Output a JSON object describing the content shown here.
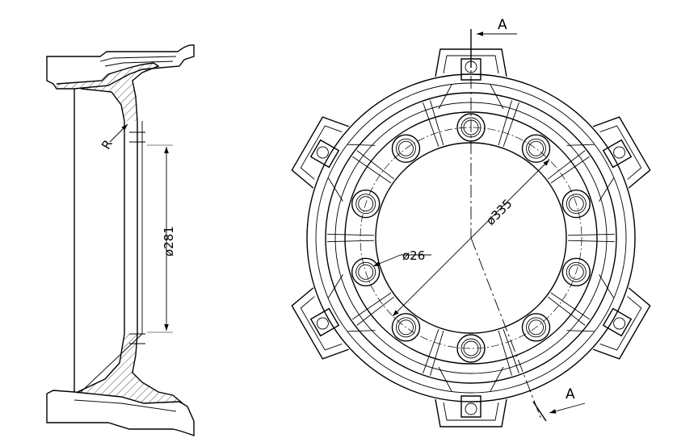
{
  "section_view": {
    "radius_label": "R",
    "bore_dimension": "ø281"
  },
  "front_view": {
    "pcd_dimension": "ø335",
    "hole_dimension": "ø26",
    "section_mark_top": "A",
    "section_mark_bottom": "A",
    "bolt_hole_count": 10,
    "lug_count": 6
  }
}
